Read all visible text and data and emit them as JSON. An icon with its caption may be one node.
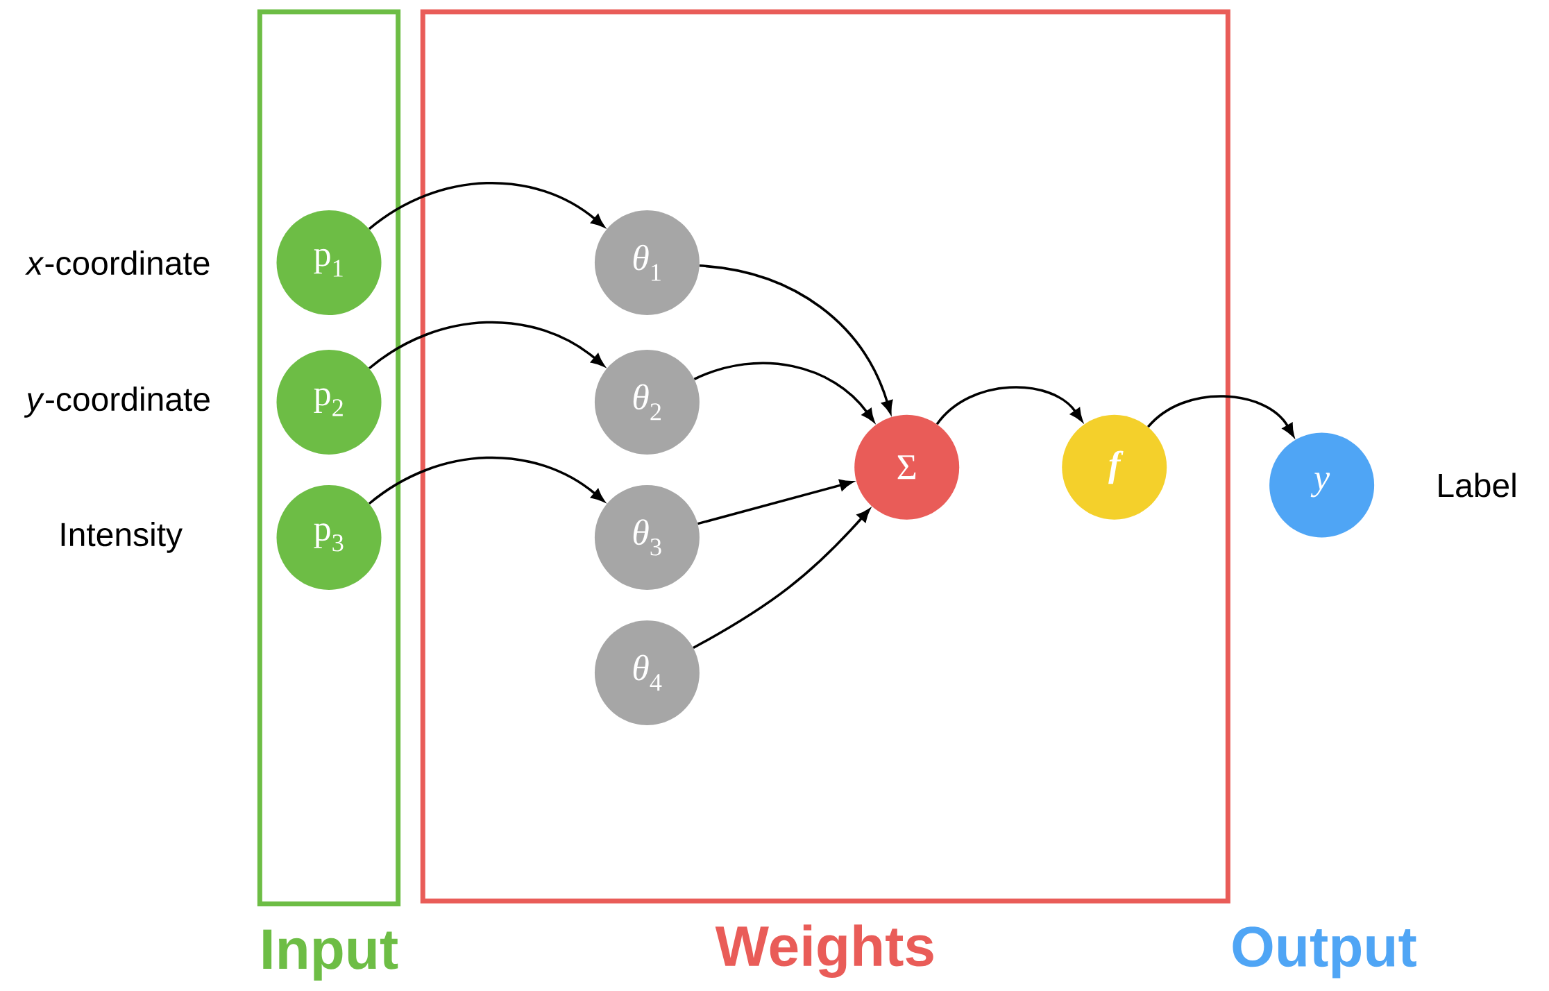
{
  "diagram": {
    "nodes": [
      {
        "text": [
          "Input"
        ]
      },
      {
        "text": [
          "Weights"
        ]
      },
      {
        "text": [
          "p$_{1}$"
        ],
        "in": 0,
        "beside": [
          "*x*-coordinate"
        ]
      },
      {
        "text": [
          "p$_{2}$"
        ],
        "in": 0,
        "beside": [
          "*y*-coordinate"
        ]
      },
      {
        "text": [
          "p$_{3}$"
        ],
        "in": 0,
        "beside": [
          "Intensity"
        ]
      },
      {
        "text": [
          "*θ*$_{1}$"
        ],
        "in": 1
      },
      {
        "text": [
          "*θ*$_{2}$"
        ],
        "in": 1
      },
      {
        "text": [
          "*θ*$_{3}$"
        ],
        "in": 1
      },
      {
        "text": [
          "*θ*$_{4}$"
        ],
        "in": 1
      },
      {
        "text": [
          "Σ"
        ],
        "in": 1
      },
      {
        "text": [
          "f"
        ],
        "in": 1
      },
      {
        "text": [
          "y"
        ],
        "beside": [
          "Label"
        ]
      }
    ],
    "edges": [
      {
        "from": 2,
        "to": 5,
        "arrow": "to"
      },
      {
        "from": 3,
        "to": 6,
        "arrow": "to"
      },
      {
        "from": 4,
        "to": 7,
        "arrow": "to"
      },
      {
        "from": 5,
        "to": 9,
        "arrow": "to"
      },
      {
        "from": 6,
        "to": 9,
        "arrow": "to"
      },
      {
        "from": 7,
        "to": 9,
        "arrow": "to"
      },
      {
        "from": 8,
        "to": 9,
        "arrow": "to"
      },
      {
        "from": 9,
        "to": 10,
        "arrow": "to"
      },
      {
        "from": 10,
        "to": 11,
        "arrow": "to"
      }
    ],
    "labels": [
      "Output"
    ]
  }
}
